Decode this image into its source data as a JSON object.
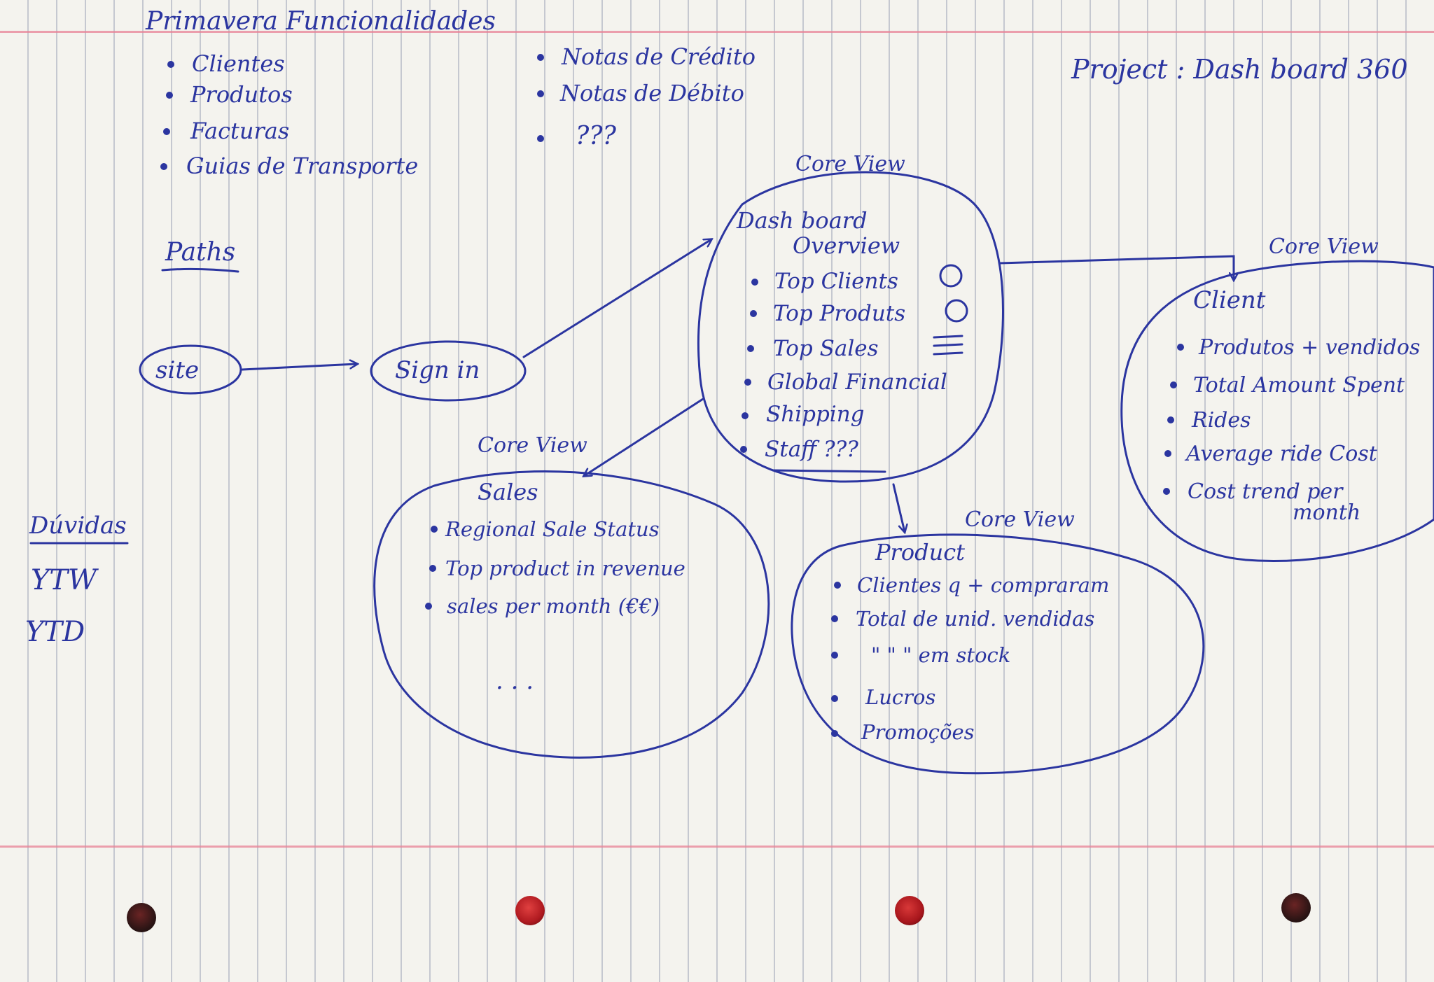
{
  "header": {
    "title": "Primavera Funcionalidades",
    "project": "Project : Dash board 360"
  },
  "functionalities_left": [
    "Clientes",
    "Produtos",
    "Facturas",
    "Guias de Transporte"
  ],
  "functionalities_right": [
    "Notas de Crédito",
    "Notas de Débito",
    "???"
  ],
  "paths": {
    "label": "Paths"
  },
  "flow": {
    "site": "site",
    "signin": "Sign in"
  },
  "dashboard": {
    "core_label": "Core View",
    "title_line1": "Dash board",
    "title_line2": "Overview",
    "items": [
      "Top Clients",
      "Top Produts",
      "Top Sales",
      "Global Financial",
      "Shipping",
      "Staff ???"
    ]
  },
  "client": {
    "core_label": "Core View",
    "title": "Client",
    "items": [
      "Produtos + vendidos",
      "Total Amount Spent",
      "Rides",
      "Average ride Cost",
      "Cost trend per"
    ],
    "item_continuation": "month"
  },
  "sales": {
    "core_label": "Core View",
    "title": "Sales",
    "items": [
      "Regional Sale Status",
      "Top product in revenue",
      "sales per month (€€)"
    ],
    "ellipsis": ". . ."
  },
  "product": {
    "core_label": "Core View",
    "title": "Product",
    "items": [
      "Clientes q + compraram",
      "Total de unid. vendidas",
      "\"    \"    \"    em stock",
      "Lucros",
      "Promoções"
    ]
  },
  "duvidas": {
    "title": "Dúvidas",
    "items": [
      "YTW",
      "YTD"
    ]
  },
  "colors": {
    "ink": "#2b35a0",
    "margin_line": "#e88296",
    "hole_red": "#b01a20",
    "hole_dark": "#2a1414"
  }
}
